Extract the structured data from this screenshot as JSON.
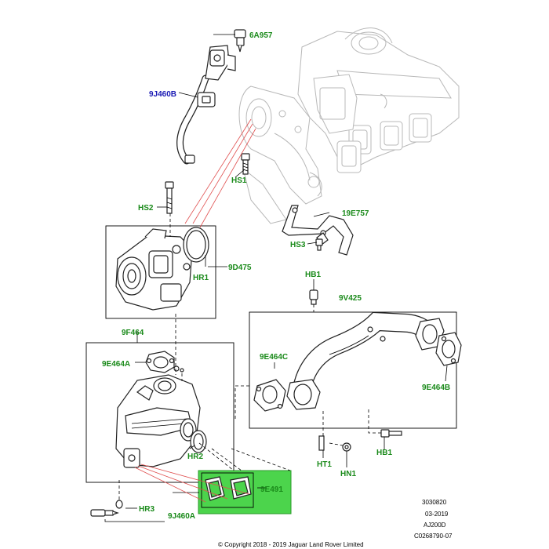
{
  "colors": {
    "label_green": "#1a8a1a",
    "label_blue": "#1a1ab4",
    "highlight_green": "#4cd44c",
    "red_leader": "#e05050"
  },
  "callouts": {
    "c_6A957": "6A957",
    "c_9J460B": "9J460B",
    "c_HS1": "HS1",
    "c_HS2": "HS2",
    "c_19E757": "19E757",
    "c_HS3": "HS3",
    "c_9D475": "9D475",
    "c_HR1": "HR1",
    "c_HB1_top": "HB1",
    "c_9V425": "9V425",
    "c_9F464": "9F464",
    "c_9E464A": "9E464A",
    "c_9E464C": "9E464C",
    "c_9E464B": "9E464B",
    "c_HR2": "HR2",
    "c_HT1": "HT1",
    "c_HB1_bottom": "HB1",
    "c_HN1": "HN1",
    "c_9E491": "9E491",
    "c_HR3": "HR3",
    "c_9J460A": "9J460A"
  },
  "meta": {
    "ref1": "3030820",
    "ref2": "03-2019",
    "ref3": "AJ200D",
    "ref4": "C0268790-07",
    "copyright": "© Copyright 2018 - 2019 Jaguar Land Rover Limited"
  }
}
